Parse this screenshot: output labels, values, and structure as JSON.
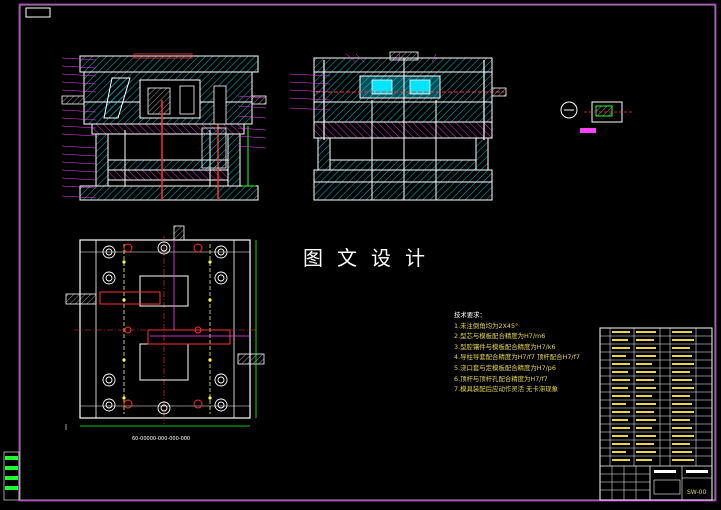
{
  "drawing": {
    "watermark": "图文设计",
    "dim_bottom_plan": "60-00000-000-000-000",
    "tech_notes_title": "技术要求：",
    "tech_notes": [
      "1.未注倒角均为2X45°",
      "2.型芯与模板配合精度为H7/m6",
      "3.型腔镶件与模板配合精度为H7/k6",
      "4.导柱导套配合精度为H7/f7 顶杆配合H7/f7",
      "5.浇口套与定模板配合精度为H7/p6",
      "6.顶杆与顶杆孔配合精度为H7/f7",
      "7.模具装配后应动作灵活 无卡滞现象"
    ],
    "title_block_code": "SW-00"
  },
  "colors": {
    "background": "#000000",
    "outline": "#ffffff",
    "frame": "#b020c0",
    "cyan": "#00e5ff",
    "magenta": "#ff40ff",
    "red": "#ff3030",
    "green": "#20ff30",
    "yellow": "#ffff40",
    "blue": "#3030ff",
    "leader": "#ff40ff"
  }
}
